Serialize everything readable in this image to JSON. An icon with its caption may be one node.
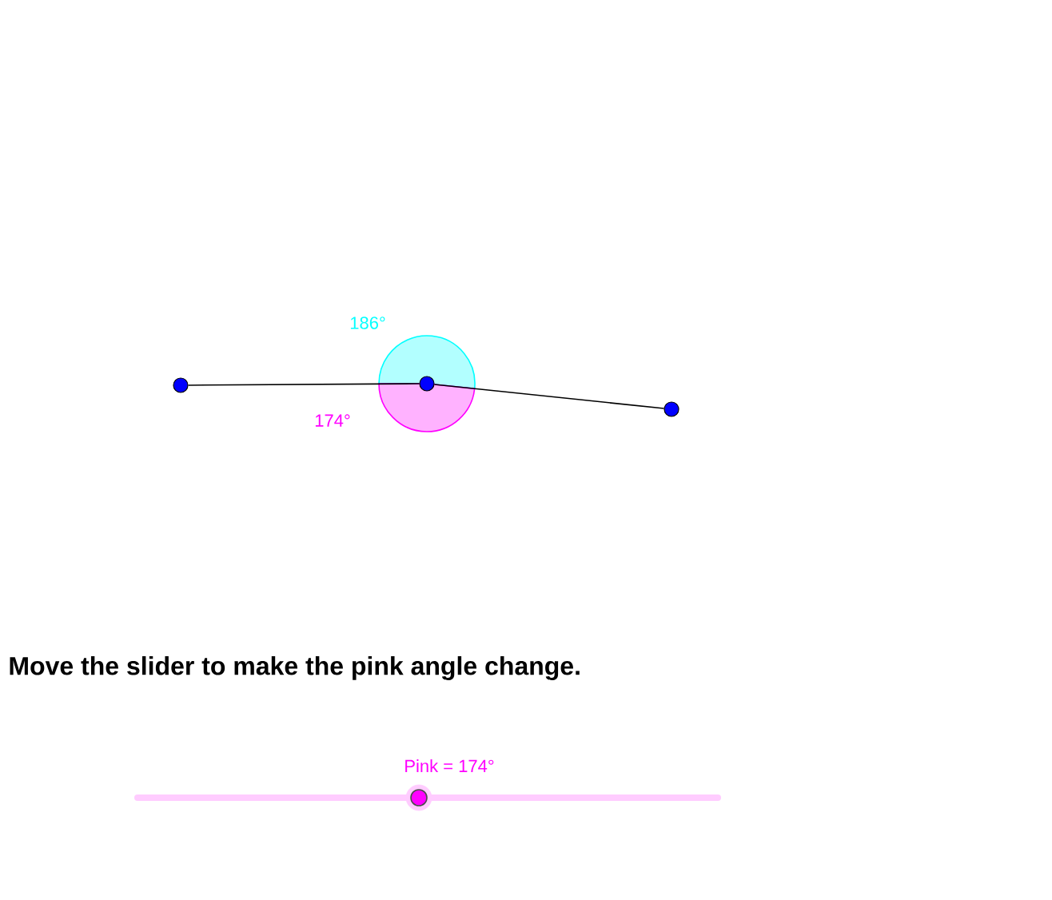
{
  "diagram": {
    "nodes": [
      {
        "text": [],
        "shape": "circle"
      },
      {
        "text": [],
        "shape": "circle"
      },
      {
        "text": [],
        "shape": "circle"
      }
    ],
    "edges": [
      {
        "from": 0,
        "to": 1,
        "arrow": "none"
      },
      {
        "from": 1,
        "to": 2,
        "arrow": "none"
      }
    ],
    "labels": [
      "186°",
      "174°",
      "Move the slider to make the pink angle change.",
      "Pink = 174°"
    ]
  }
}
